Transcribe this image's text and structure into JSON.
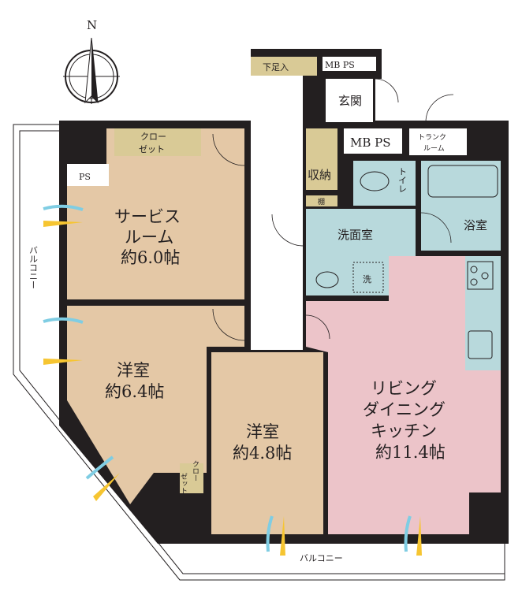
{
  "compass": {
    "north_label": "N",
    "icon": "compass-icon"
  },
  "colors": {
    "wall": "#231f20",
    "bedroom": "#e4c8a6",
    "storage": "#d9ca96",
    "wet_area": "#b8d9dc",
    "ldk": "#ecc4c9",
    "window_wind_blue": "#7fcde3",
    "window_sun_yellow": "#f6c531"
  },
  "rooms": {
    "service_room": {
      "line1": "サービス",
      "line2": "ルーム",
      "size": "約6.0帖"
    },
    "western_room_1": {
      "line1": "洋室",
      "size": "約6.4帖"
    },
    "western_room_2": {
      "line1": "洋室",
      "size": "約4.8帖"
    },
    "ldk": {
      "line1": "リビング",
      "line2": "ダイニング",
      "line3": "キッチン",
      "size": "約11.4帖"
    },
    "washroom": "洗面室",
    "bathroom": "浴室",
    "toilet": "トイレ",
    "entrance": "玄関",
    "shoe_storage": "下足入",
    "storage": "収納",
    "shelf": "棚",
    "washer": "洗",
    "mbps_top": "MB PS",
    "mbps": "MB PS",
    "ps": "PS",
    "trunk_room": {
      "line1": "トランク",
      "line2": "ルーム"
    },
    "closet_service": {
      "line1": "クロー",
      "line2": "ゼット"
    },
    "closet_western": {
      "line1": "クロー",
      "line2": "ゼット"
    }
  },
  "balcony_left": "バルコニー",
  "balcony_bottom": "バルコニー"
}
